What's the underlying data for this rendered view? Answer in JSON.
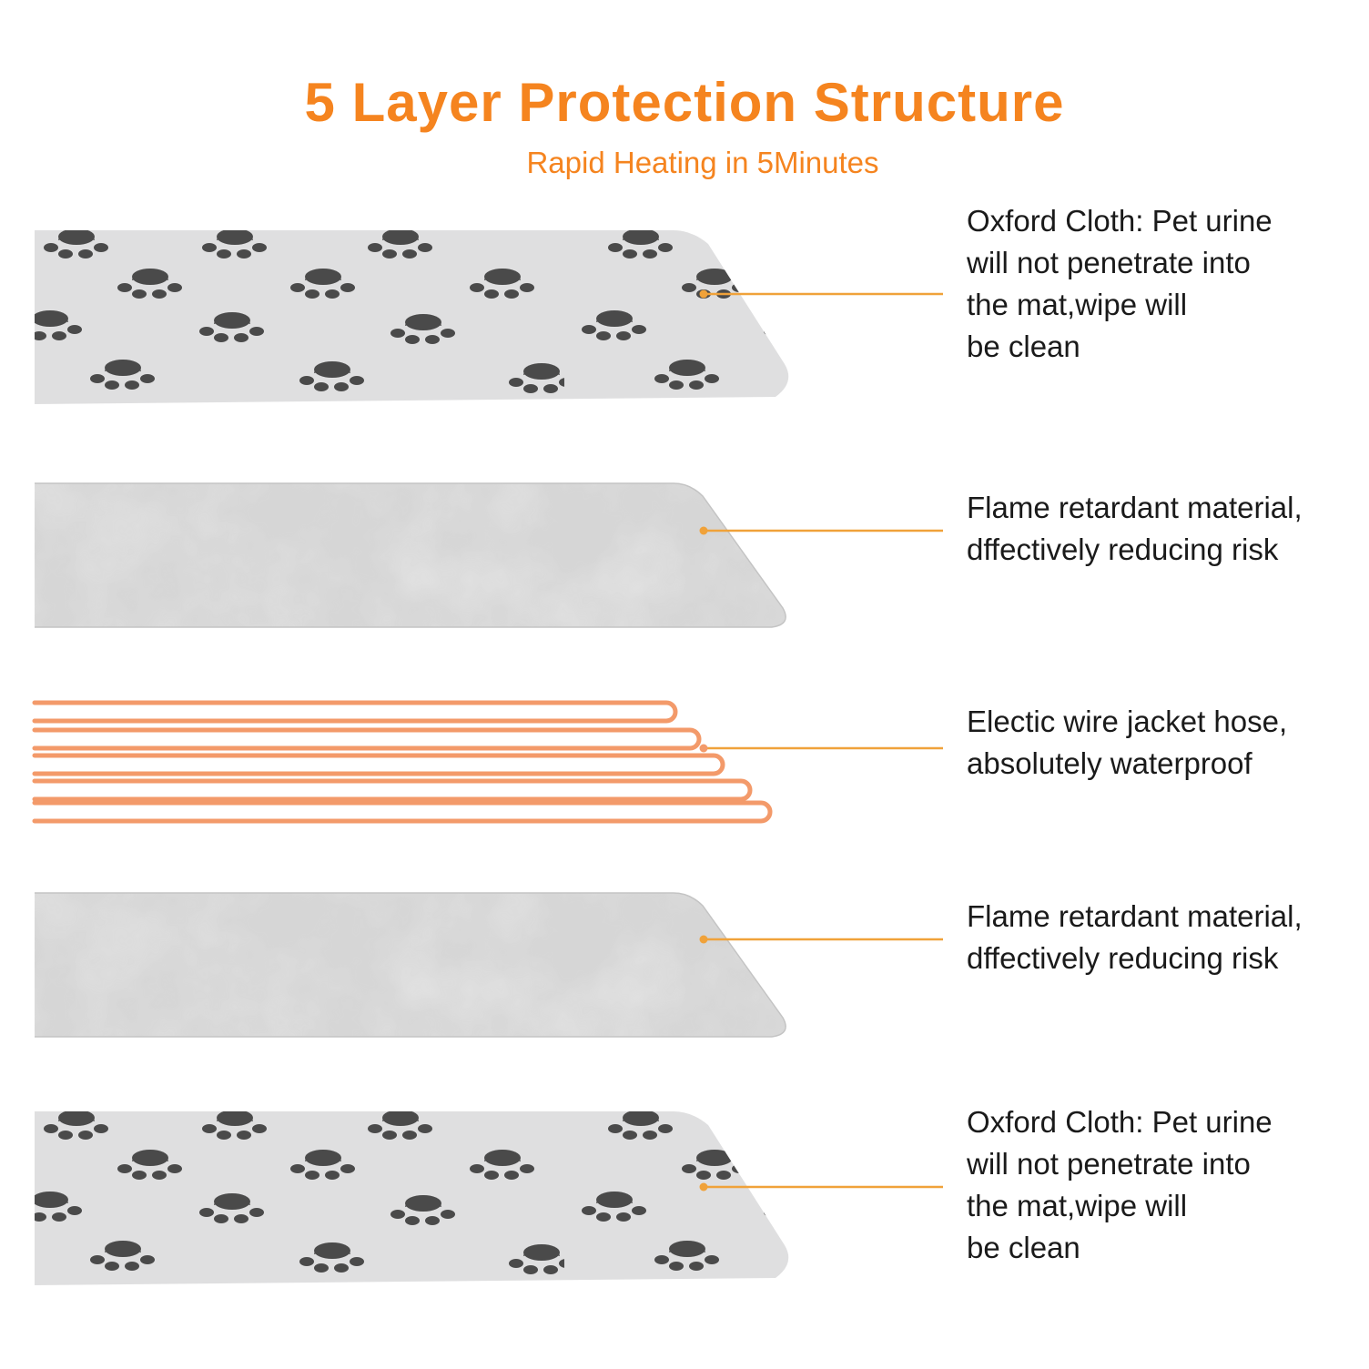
{
  "header": {
    "title": "5 Layer Protection Structure",
    "subtitle": "Rapid Heating in 5Minutes"
  },
  "colors": {
    "accent": "#f5841f",
    "leader_line": "#f0a23a",
    "oxford_cloth": "#dcdcdd",
    "paw": "#4a4a4a",
    "felt": "#d9d9d9",
    "wire": "#f39a6a"
  },
  "layers": [
    {
      "material": "oxford-cloth",
      "caption": "Oxford Cloth: Pet urine\nwill not penetrate into\nthe mat,wipe will\nbe clean"
    },
    {
      "material": "flame-retardant-felt",
      "caption": "Flame retardant material,\ndffectively reducing risk"
    },
    {
      "material": "heating-wire",
      "caption": "Electic wire jacket hose,\nabsolutely waterproof"
    },
    {
      "material": "flame-retardant-felt",
      "caption": "Flame retardant material,\ndffectively reducing risk"
    },
    {
      "material": "oxford-cloth",
      "caption": "Oxford Cloth: Pet urine\nwill not penetrate into\nthe mat,wipe will\nbe clean"
    }
  ]
}
